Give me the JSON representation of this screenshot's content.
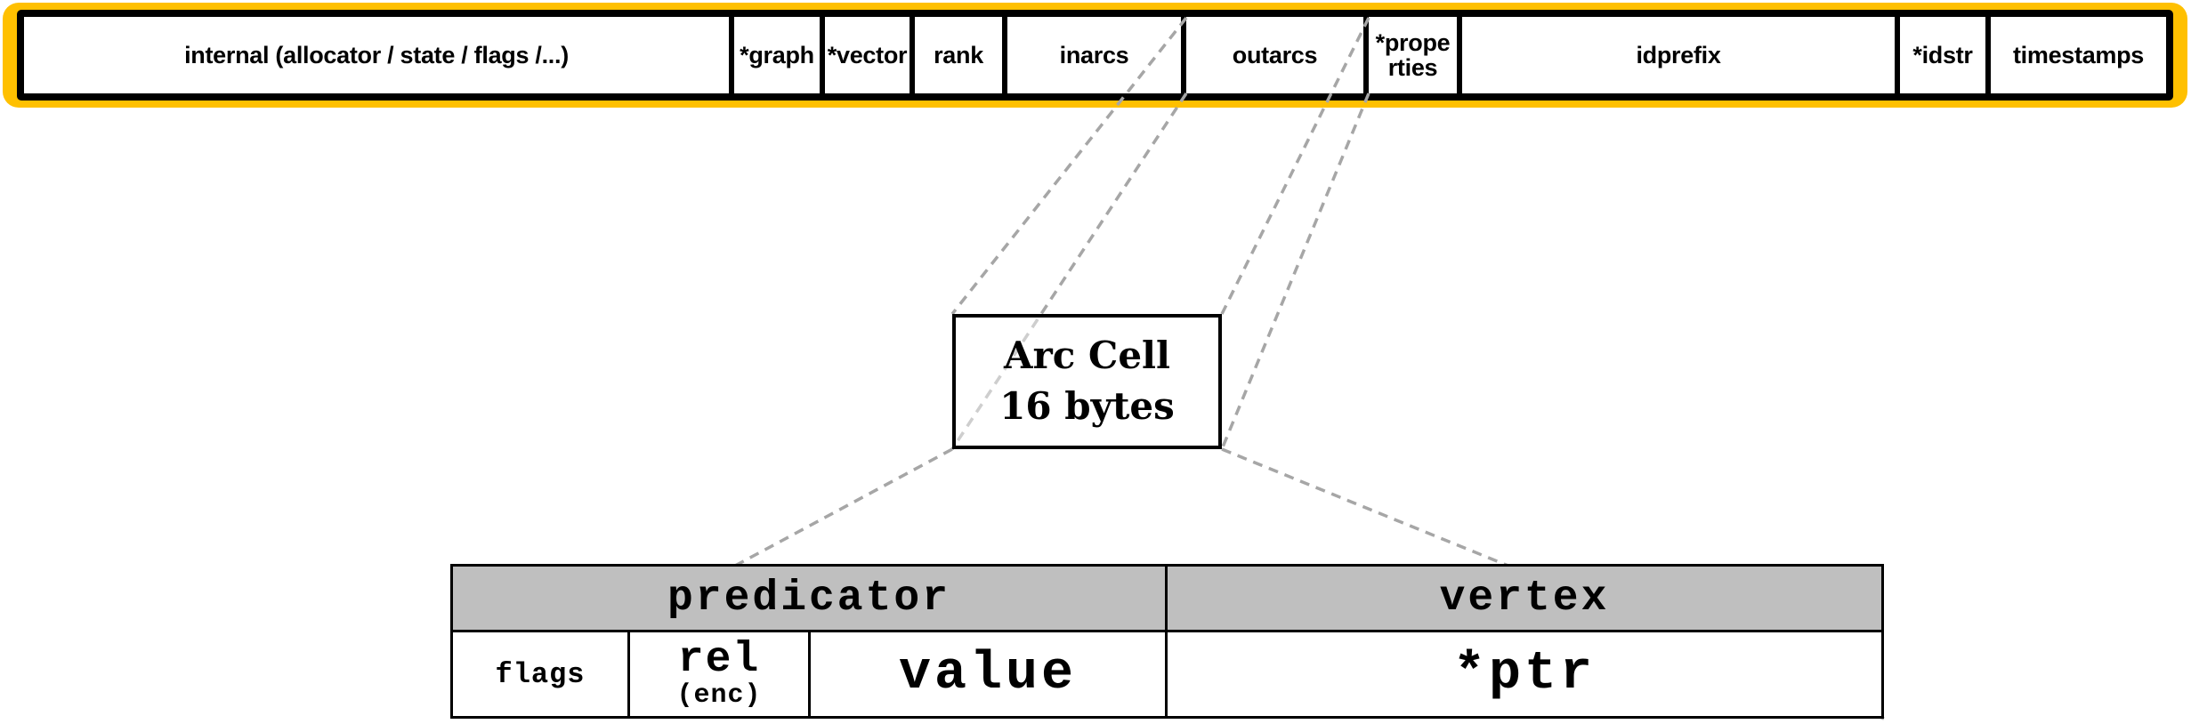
{
  "memory_bar": {
    "cells": [
      {
        "id": "internal",
        "label": "internal (allocator / state / flags /...)"
      },
      {
        "id": "graph",
        "label": "*graph"
      },
      {
        "id": "vector",
        "label": "*vector"
      },
      {
        "id": "rank",
        "label": "rank"
      },
      {
        "id": "inarcs",
        "label": "inarcs"
      },
      {
        "id": "outarcs",
        "label": "outarcs"
      },
      {
        "id": "properties",
        "label": "*prope\nrties"
      },
      {
        "id": "idprefix",
        "label": "idprefix"
      },
      {
        "id": "idstr",
        "label": "*idstr"
      },
      {
        "id": "timestamps",
        "label": "timestamps"
      }
    ]
  },
  "arc_cell_box": {
    "line1": "Arc Cell",
    "line2": "16 bytes"
  },
  "arc_table": {
    "sections": [
      {
        "label": "predicator"
      },
      {
        "label": "vertex"
      }
    ],
    "fields": [
      {
        "label": "flags"
      },
      {
        "label": "rel",
        "sublabel": "(enc)"
      },
      {
        "label": "value"
      },
      {
        "label": "*ptr"
      }
    ]
  },
  "colors": {
    "bar_accent": "#FFC000",
    "bar_fill": "#FFFFFF",
    "table_header_gray": "#BFBFBF",
    "connector_gray": "#A6A6A6",
    "border_black": "#000000"
  }
}
